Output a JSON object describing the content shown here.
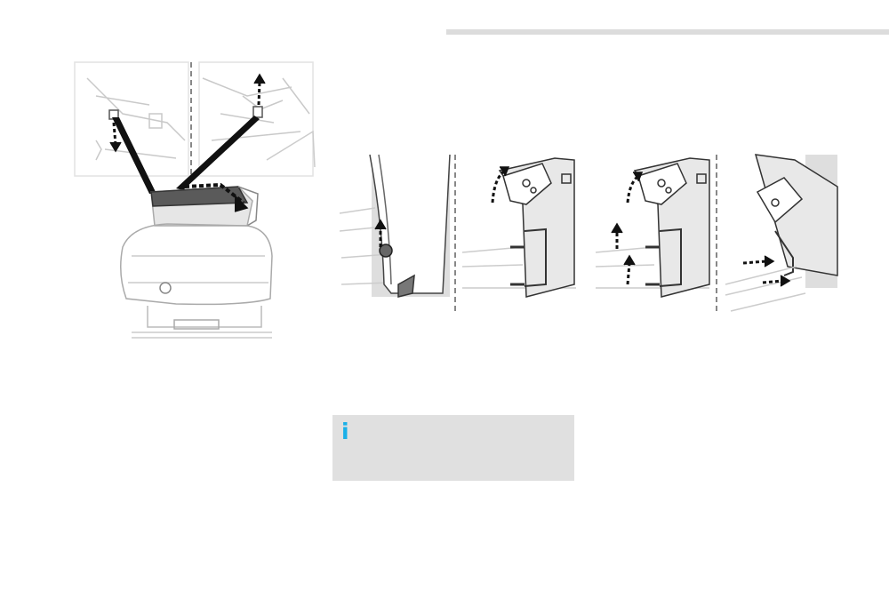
{
  "page": {
    "background_color": "#ffffff",
    "header_rule_color": "#dcdcdc"
  },
  "figures": {
    "seat_removal": {
      "description_icon": "seat-latch-diagram"
    },
    "rail_unlock": {
      "description_icon": "rail-unlock-diagram"
    },
    "rail_lock": {
      "description_icon": "rail-lock-diagram"
    }
  },
  "info_box": {
    "icon": "i",
    "icon_name": "info-icon",
    "icon_color": "#1ab0e8",
    "background_color": "#e0e0e0"
  }
}
